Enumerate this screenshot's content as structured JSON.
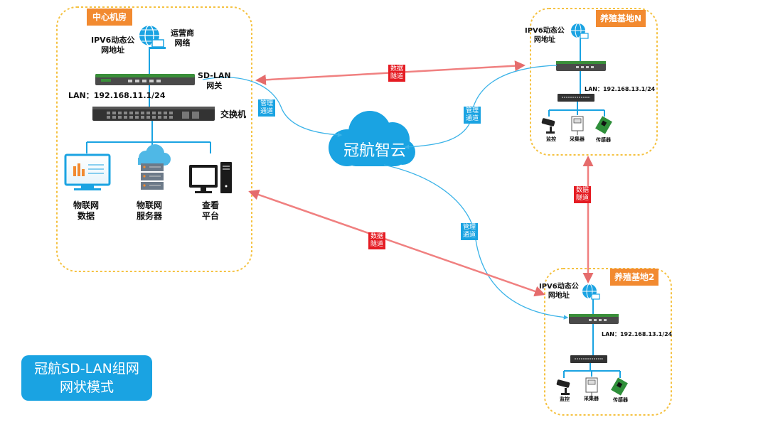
{
  "zones": {
    "center": "中心机房",
    "site_n": "养殖基地N",
    "site_2": "养殖基地2"
  },
  "center": {
    "ipv6_label": "IPV6动态公\n网地址",
    "isp_label": "运营商\n网络",
    "gateway_label": "SD-LAN\n网关",
    "lan_label": "LAN：192.168.11.1/24",
    "switch_label": "交换机",
    "iot_data_label": "物联网\n数据",
    "iot_server_label": "物联网\n服务器",
    "view_platform_label": "查看\n平台"
  },
  "site_n": {
    "ipv6_label": "IPV6动态公\n网地址",
    "lan_label": "LAN：192.168.13.1/24",
    "camera_label": "监控",
    "collector_label": "采集器",
    "sensor_label": "传感器"
  },
  "site_2": {
    "ipv6_label": "IPV6动态公\n网地址",
    "lan_label": "LAN：192.168.13.1/24",
    "camera_label": "监控",
    "collector_label": "采集器",
    "sensor_label": "传感器"
  },
  "cloud": {
    "label": "冠航智云"
  },
  "tunnels": {
    "data_top": "数据\n隧道",
    "data_left": "数据\n隧道",
    "data_right": "数据\n隧道",
    "mgmt_center": "管理\n通道",
    "mgmt_site_n": "管理\n通道",
    "mgmt_site_2": "管理\n通道"
  },
  "mode": {
    "line1": "冠航SD-LAN组网",
    "line2": "网状模式"
  },
  "colors": {
    "zone_border": "#f5c242",
    "zone_tag": "#f28a30",
    "mgmt_line": "#3bb3e8",
    "data_line": "#f08080",
    "link_line": "#1aa3e2",
    "router_green": "#3a8f3a"
  }
}
